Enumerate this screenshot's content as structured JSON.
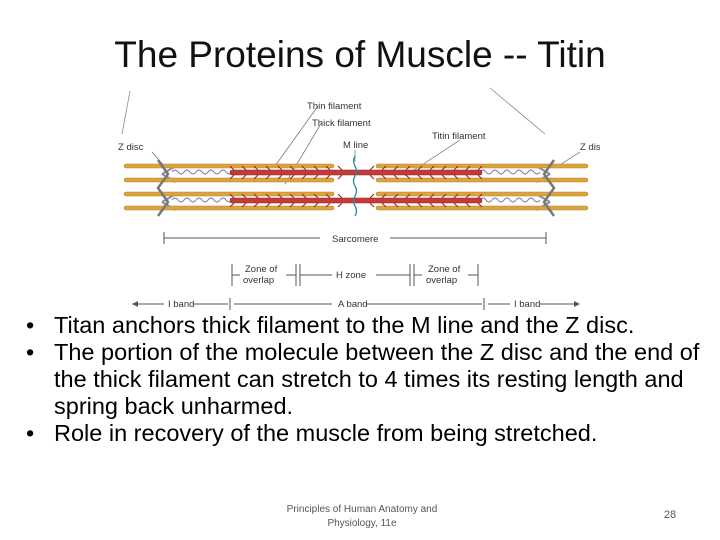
{
  "slide": {
    "title": "The Proteins of Muscle -- Titin"
  },
  "diagram": {
    "labels": {
      "thin_filament": "Thin filament",
      "thick_filament": "Thick filament",
      "titin_filament": "Titin filament",
      "z_disc_left": "Z disc",
      "z_disc_right": "Z disc",
      "m_line": "M line",
      "sarcomere": "Sarcomere",
      "zone_overlap_left_1": "Zone of",
      "zone_overlap_left_2": "overlap",
      "h_zone": "H zone",
      "zone_overlap_right_1": "Zone of",
      "zone_overlap_right_2": "overlap",
      "i_band_left": "I band",
      "a_band": "A band",
      "i_band_right": "I band"
    },
    "colors": {
      "titin": "#8a8aa8",
      "thin": "#d9a441",
      "thick": "#c23b3b",
      "m_line": "#2a8aa0"
    }
  },
  "bullets": [
    "Titan anchors thick filament to the M line and the Z disc.",
    "The portion of the molecule between the Z disc and the end of the thick filament can stretch to 4 times its resting length and spring back unharmed.",
    "Role in recovery of the muscle from being stretched."
  ],
  "bullet_glyph": "•",
  "footer": {
    "source_line1": "Principles of Human Anatomy and",
    "source_line2": "Physiology, 11e",
    "page_number": "28"
  }
}
